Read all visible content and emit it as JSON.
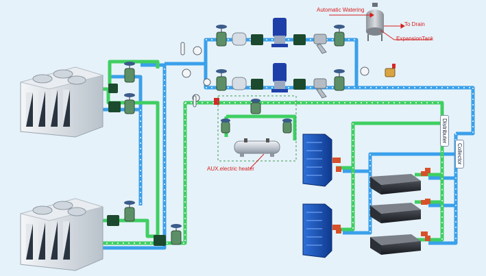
{
  "labels": {
    "automatic_watering": "Automatic Watering",
    "to_drain": "To Drain",
    "expansion_tank": "ExpansionTank",
    "aux_heater": "AUX.electric heater",
    "distributer": "Distributer",
    "collector": "Collector"
  },
  "colors": {
    "background": "#e6f2f9",
    "supply_pipe": "#3aa0ea",
    "return_pipe": "#3fcf62",
    "label_red": "#d41e1e",
    "pump_blue": "#1f3fa8",
    "valve_green": "#4b8a5a"
  },
  "components": {
    "chillers": [
      "chiller-unit",
      "chiller-unit"
    ],
    "air_handlers": [
      "air-handler-unit",
      "air-handler-unit"
    ],
    "fan_coils": [
      "fan-coil-unit",
      "fan-coil-unit",
      "fan-coil-unit"
    ],
    "pumps": [
      "circulation-pump",
      "circulation-pump"
    ],
    "tank": "expansion-tank",
    "heater": "electric-heater"
  }
}
